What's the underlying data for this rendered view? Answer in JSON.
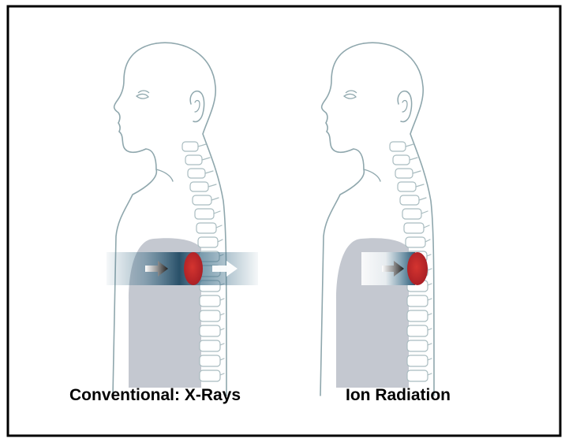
{
  "panels": [
    {
      "caption": "Conventional: X-Rays",
      "beam": "passes-through-tumor"
    },
    {
      "caption": "Ion Radiation",
      "beam": "stops-at-tumor"
    }
  ],
  "colors": {
    "outline": "#8fa7ad",
    "lung": "#c4c8d0",
    "tumor": "#c0262b",
    "beam": "#3e6f89",
    "arrow": "#1f1f1f",
    "frame": "#000000"
  }
}
